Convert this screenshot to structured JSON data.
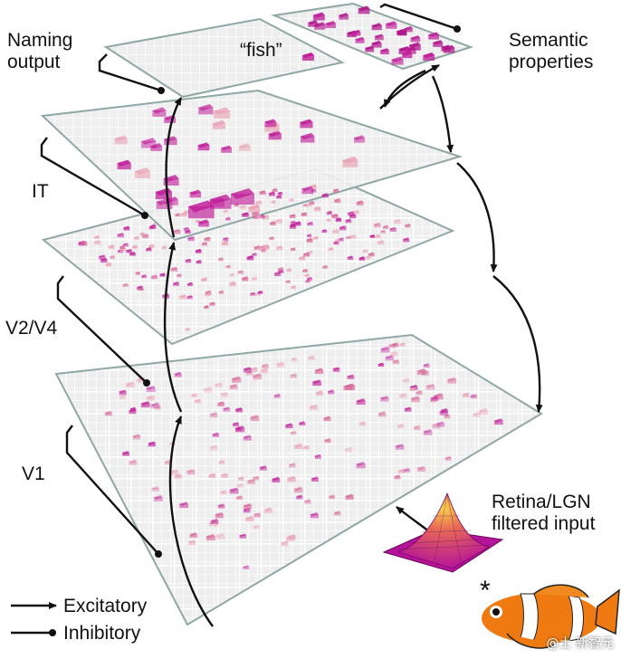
{
  "labels": {
    "naming_output": "Naming\noutput",
    "fish": "“fish”",
    "semantic_properties": "Semantic\nproperties",
    "it": "IT",
    "v2v4": "V2/V4",
    "v1": "V1",
    "retina": "Retina/LGN\nfiltered input",
    "asterisk": "*"
  },
  "legend": {
    "excitatory": "Excitatory",
    "inhibitory": "Inhibitory"
  },
  "watermark": "@土  新智元",
  "colors": {
    "plane_fill": "#eeeeee",
    "plane_edge": "#8fa7a5",
    "grid_line": "#ffffff",
    "unit_magenta": "#c0209a",
    "unit_pink": "#e9a3b6",
    "arrow": "#111111",
    "surface_top": "#f3b23a",
    "surface_base": "#b5139a",
    "fish_orange": "#f07a12"
  }
}
